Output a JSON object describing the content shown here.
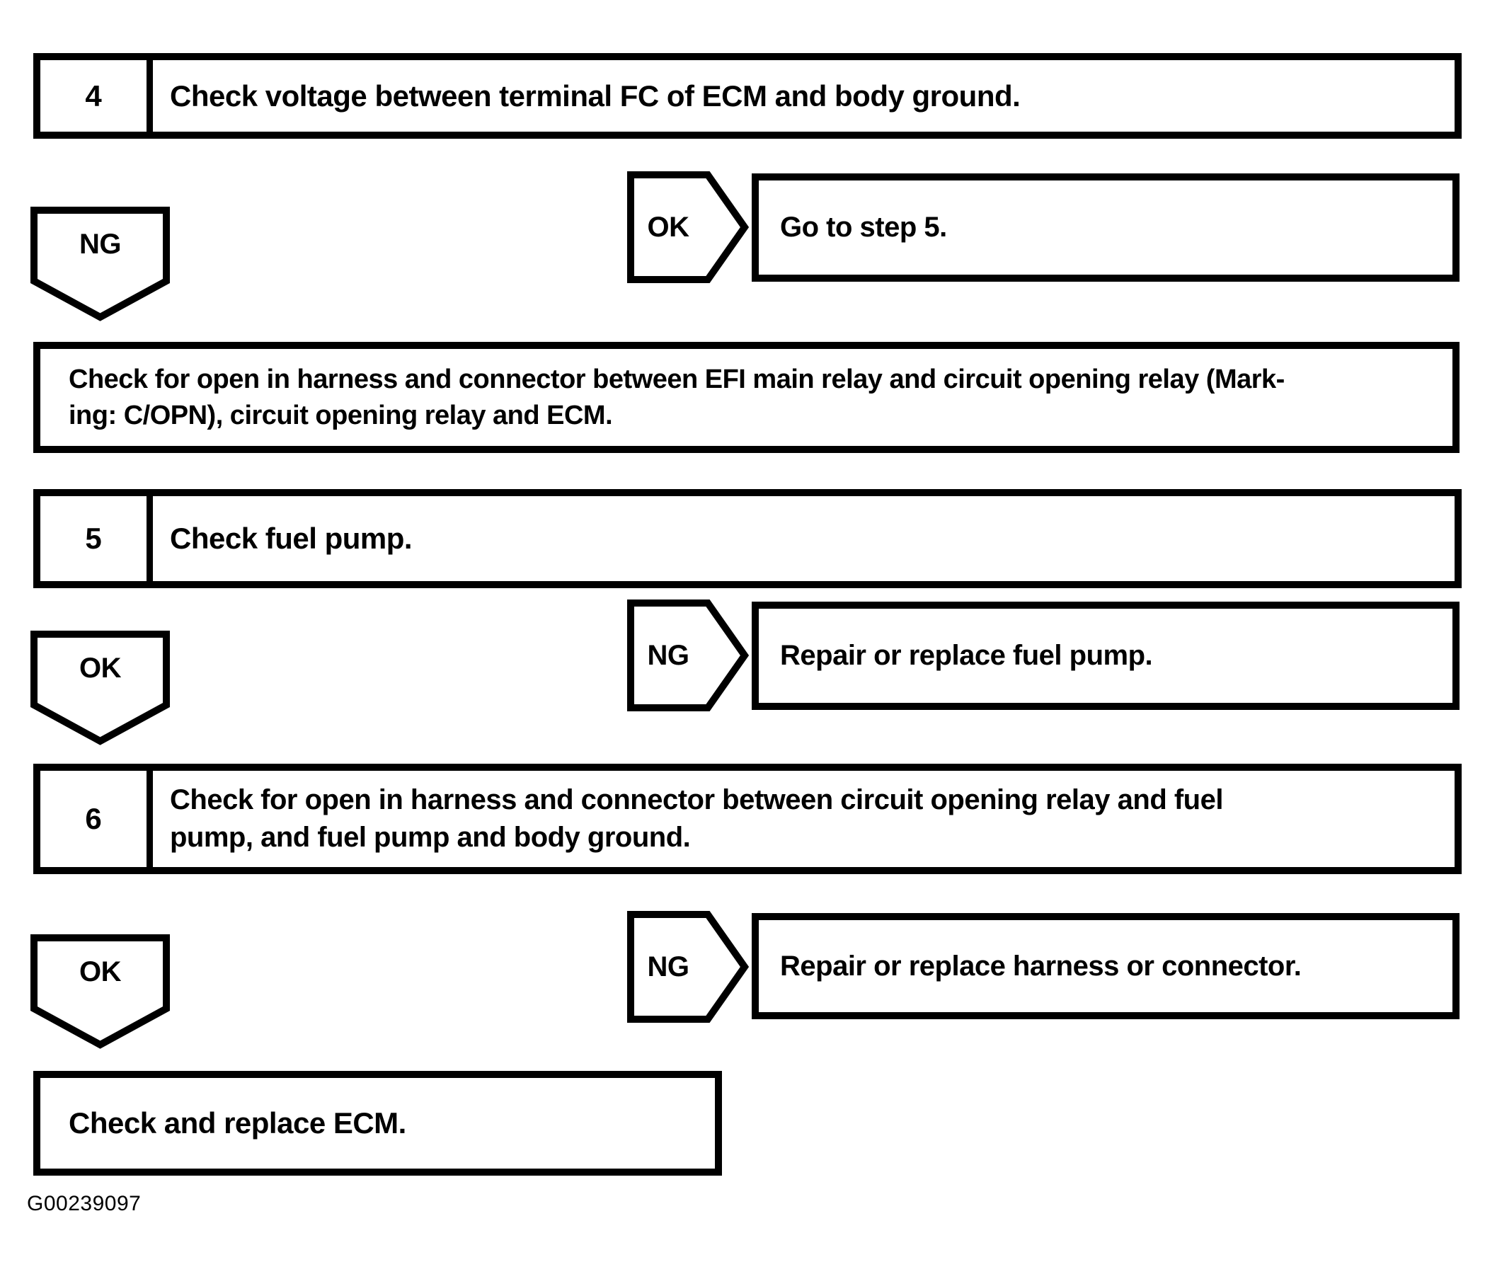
{
  "page": {
    "background": "#ffffff",
    "ink": "#000000",
    "figure_id": "G00239097"
  },
  "flow": {
    "step4": {
      "number": "4",
      "text": "Check voltage between terminal FC of ECM and body ground."
    },
    "branch4": {
      "down_label": "NG",
      "side_label": "OK",
      "result": "Go to step 5."
    },
    "action4": {
      "line1": "Check for open in harness and connector between EFI main relay and circuit opening relay (Mark-",
      "line2": "ing: C/OPN), circuit opening relay and ECM."
    },
    "step5": {
      "number": "5",
      "text": "Check fuel pump."
    },
    "branch5": {
      "down_label": "OK",
      "side_label": "NG",
      "result": "Repair or replace fuel pump."
    },
    "step6": {
      "number": "6",
      "line1": "Check for open in harness and connector between circuit opening relay and fuel",
      "line2": "pump, and fuel pump and body ground."
    },
    "branch6": {
      "down_label": "OK",
      "side_label": "NG",
      "result": "Repair or replace harness or connector."
    },
    "final": {
      "text": "Check and replace ECM."
    }
  }
}
